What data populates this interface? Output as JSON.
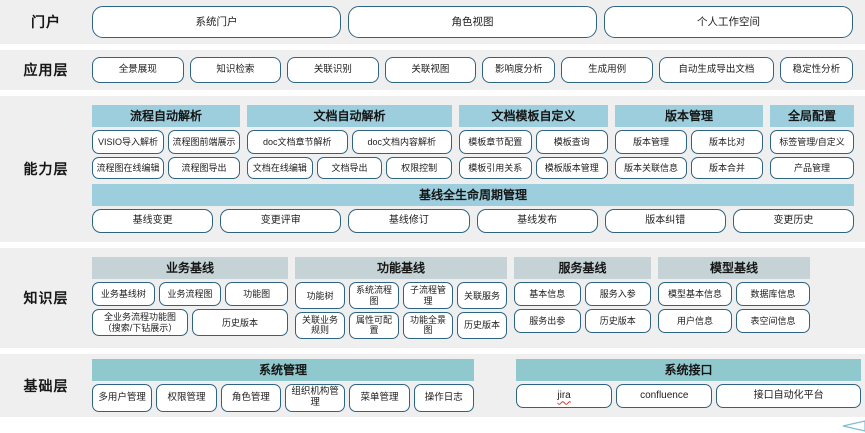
{
  "layers": [
    {
      "id": "portal",
      "label": "门户",
      "buttons": [
        "系统门户",
        "角色视图",
        "个人工作空间"
      ]
    },
    {
      "id": "application",
      "label": "应用层",
      "buttons": [
        "全景展现",
        "知识检索",
        "关联识别",
        "关联视图",
        "影响度分析",
        "生成用例",
        "自动生成导出文档",
        "稳定性分析"
      ]
    },
    {
      "id": "capability",
      "label": "能力层",
      "groups": [
        {
          "title": "流程自动解析",
          "rows": [
            [
              "VISIO导入解析",
              "流程图前端展示"
            ],
            [
              "流程图在线编辑",
              "流程图导出"
            ]
          ]
        },
        {
          "title": "文档自动解析",
          "rows": [
            [
              "doc文档章节解析",
              "doc文档内容解析"
            ],
            [
              "文档在线编辑",
              "文档导出",
              "权限控制"
            ]
          ]
        },
        {
          "title": "文档模板自定义",
          "rows": [
            [
              "模板章节配置",
              "模板查询"
            ],
            [
              "模板引用关系",
              "模板版本管理"
            ]
          ]
        },
        {
          "title": "版本管理",
          "rows": [
            [
              "版本管理",
              "版本比对"
            ],
            [
              "版本关联信息",
              "版本合并"
            ]
          ]
        },
        {
          "title": "全局配置",
          "rows": [
            [
              "标签管理/自定义"
            ],
            [
              "产品管理"
            ]
          ]
        }
      ],
      "band": {
        "title": "基线全生命周期管理",
        "buttons": [
          "基线变更",
          "变更评审",
          "基线修订",
          "基线发布",
          "版本纠错",
          "变更历史"
        ]
      }
    },
    {
      "id": "knowledge",
      "label": "知识层",
      "groups": [
        {
          "title": "业务基线",
          "rows": [
            [
              "业务基线树",
              "业务流程图",
              "功能图"
            ],
            [
              "全业务流程功能图（搜索/下钻展示）",
              "历史版本"
            ]
          ]
        },
        {
          "title": "功能基线",
          "rows": [
            [
              "功能树",
              "系统流程图",
              "子流程管理",
              "关联服务"
            ],
            [
              "关联业务规则",
              "属性可配置",
              "功能全景图",
              "历史版本"
            ]
          ]
        },
        {
          "title": "服务基线",
          "rows": [
            [
              "基本信息",
              "服务入参"
            ],
            [
              "服务出参",
              "历史版本"
            ]
          ]
        },
        {
          "title": "模型基线",
          "rows": [
            [
              "模型基本信息",
              "数据库信息"
            ],
            [
              "用户信息",
              "表空间信息"
            ]
          ]
        }
      ]
    },
    {
      "id": "foundation",
      "label": "基础层",
      "groups": [
        {
          "title": "系统管理",
          "rows": [
            [
              "多用户管理",
              "权限管理",
              "角色管理",
              "组织机构管理",
              "菜单管理",
              "操作日志"
            ]
          ]
        },
        {
          "title": "系统接口",
          "rows": [
            [
              "jira",
              "confluence",
              "接口自动化平台"
            ]
          ]
        }
      ]
    }
  ],
  "colors": {
    "row_background": "#efeff0",
    "pill_border": "#2e6480",
    "head_blue": "#9ccede",
    "head_gray": "#c6d3d6",
    "head_teal": "#8fc9cd",
    "text": "#1a1a1a",
    "spell_underline": "#d83a2a"
  }
}
